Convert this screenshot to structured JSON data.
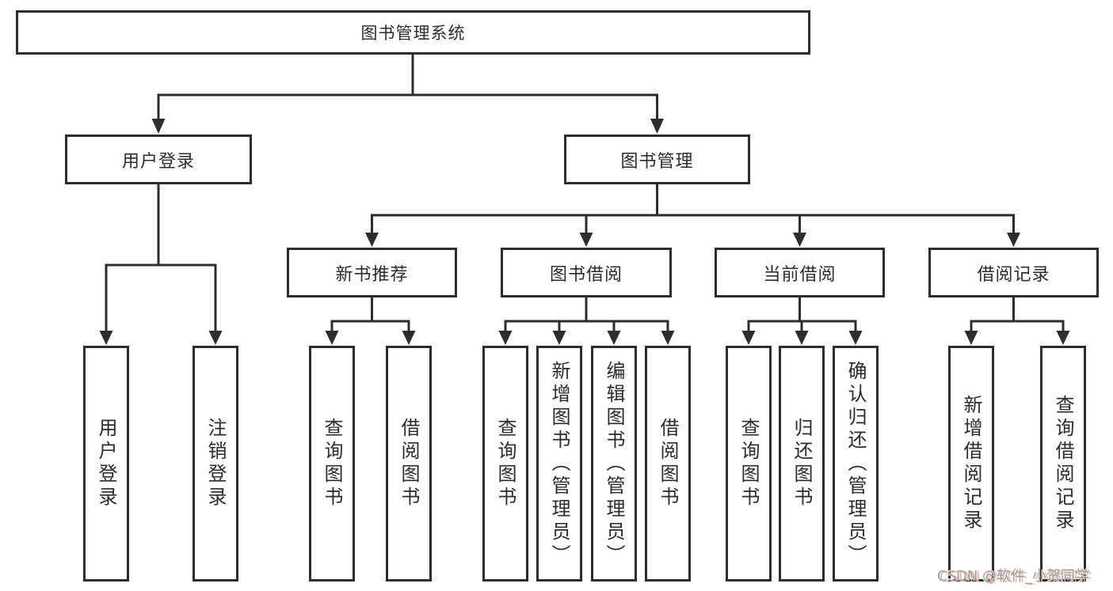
{
  "diagram": {
    "root": {
      "label": "图书管理系统"
    },
    "user_login": {
      "label": "用户登录",
      "children": [
        {
          "label": "用户登录"
        },
        {
          "label": "注销登录"
        }
      ]
    },
    "book_management": {
      "label": "图书管理",
      "sections": [
        {
          "label": "新书推荐",
          "children": [
            {
              "label": "查询图书"
            },
            {
              "label": "借阅图书"
            }
          ]
        },
        {
          "label": "图书借阅",
          "children": [
            {
              "label": "查询图书"
            },
            {
              "label": "新增图书（管理员）"
            },
            {
              "label": "编辑图书（管理员）"
            },
            {
              "label": "借阅图书"
            }
          ]
        },
        {
          "label": "当前借阅",
          "children": [
            {
              "label": "查询图书"
            },
            {
              "label": "归还图书"
            },
            {
              "label": "确认归还（管理员）"
            }
          ]
        },
        {
          "label": "借阅记录",
          "children": [
            {
              "label": "新增借阅记录"
            },
            {
              "label": "查询借阅记录"
            }
          ]
        }
      ]
    }
  },
  "watermark": {
    "text": "CSDN @软件_小贺同学"
  },
  "colors": {
    "line": "#2d2d2d",
    "text": "#2b2b2b",
    "background": "#ffffff",
    "watermark_gray": "#9c9c9c",
    "watermark_red": "#eeb2a6"
  }
}
